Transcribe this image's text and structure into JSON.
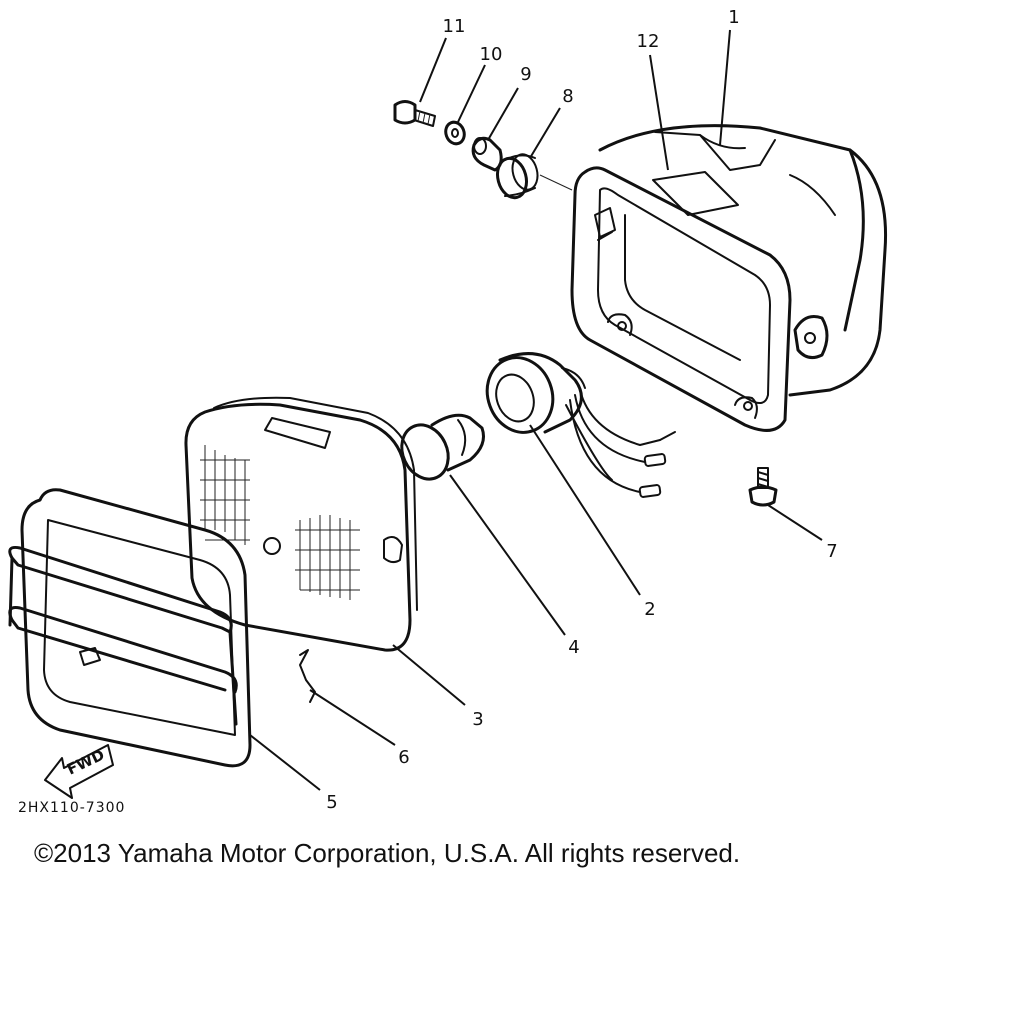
{
  "diagram": {
    "callouts": [
      {
        "id": "1",
        "label": "1"
      },
      {
        "id": "2",
        "label": "2"
      },
      {
        "id": "3",
        "label": "3"
      },
      {
        "id": "4",
        "label": "4"
      },
      {
        "id": "5",
        "label": "5"
      },
      {
        "id": "6",
        "label": "6"
      },
      {
        "id": "7",
        "label": "7"
      },
      {
        "id": "8",
        "label": "8"
      },
      {
        "id": "9",
        "label": "9"
      },
      {
        "id": "10",
        "label": "10"
      },
      {
        "id": "11",
        "label": "11"
      },
      {
        "id": "12",
        "label": "12"
      }
    ],
    "direction_label": "FWD",
    "drawing_number": "2HX110-7300"
  },
  "footer": {
    "copyright": "©2013 Yamaha Motor Corporation, U.S.A. All rights reserved."
  }
}
